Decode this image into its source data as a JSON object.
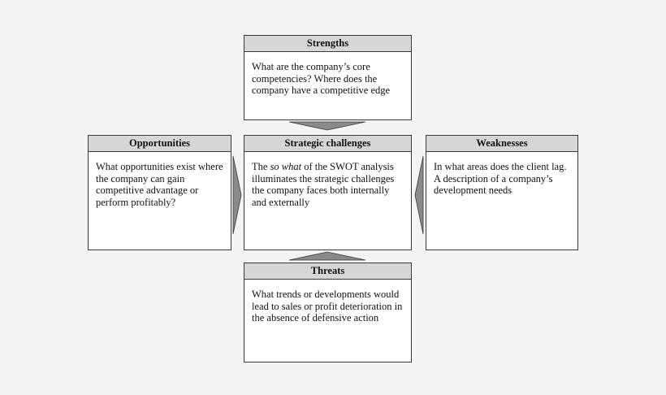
{
  "strengths": {
    "title": "Strengths",
    "text": "What are the company’s core competencies? Where does the company have a competitive edge"
  },
  "opportunities": {
    "title": "Opportunities",
    "text": "What opportunities exist where the company can gain competitive advantage or perform profitably?"
  },
  "strategic": {
    "title": "Strategic challenges",
    "text_before": "The ",
    "text_italic": "so what",
    "text_after": " of the SWOT analysis illuminates the strategic challenges the company faces both internally and externally"
  },
  "weaknesses": {
    "title": "Weaknesses",
    "text": "In what areas does the client lag. A description of a company’s development needs"
  },
  "threats": {
    "title": "Threats",
    "text": "What trends or developments would lead to sales or profit deterioration in the absence of defensive action"
  },
  "colors": {
    "header_fill": "#d6d6d6",
    "arrow_fill": "#8a8a8a",
    "border": "#3a3a3a"
  }
}
